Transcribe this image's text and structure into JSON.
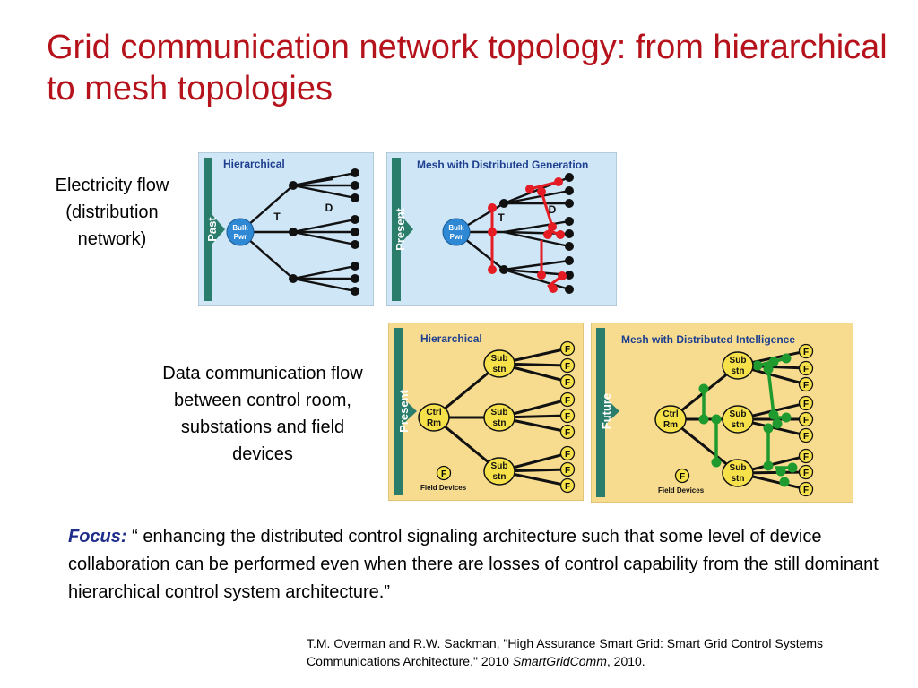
{
  "title": "Grid communication network topology: from hierarchical to mesh topologies",
  "labels": {
    "electricity": "Electricity flow (distribution network)",
    "data": "Data communication flow between control room, substations and field devices"
  },
  "panels": {
    "elec_past": {
      "band": "Past",
      "header": "Hierarchical",
      "hub_line1": "Bulk",
      "hub_line2": "Pwr",
      "tier1": "T",
      "tier2": "D"
    },
    "elec_present": {
      "band": "Present",
      "header": "Mesh with Distributed Generation",
      "hub_line1": "Bulk",
      "hub_line2": "Pwr",
      "tier1": "T",
      "tier2": "D"
    },
    "data_present": {
      "band": "Present",
      "header": "Hierarchical",
      "hub_line1": "Ctrl",
      "hub_line2": "Rm",
      "sub_line1": "Sub",
      "sub_line2": "stn",
      "field": "F",
      "legend": "Field Devices"
    },
    "data_future": {
      "band": "Future",
      "header": "Mesh with Distributed Intelligence",
      "hub_line1": "Ctrl",
      "hub_line2": "Rm",
      "sub_line1": "Sub",
      "sub_line2": "stn",
      "field": "F",
      "legend": "Field Devices"
    }
  },
  "colors": {
    "title": "#b5121b",
    "elec_bg": "#cfe6f7",
    "data_bg": "#f7dc90",
    "band": "#2a7d6b",
    "header_text": "#1e3f8f",
    "mesh_red": "#e51c23",
    "mesh_green": "#1f9a2e",
    "hub_blue": "#2f88d4",
    "node_yellow": "#f7e14a"
  },
  "focus": {
    "keyword": "Focus:",
    "text": " “ enhancing the distributed control signaling architecture such that some level of device collaboration can be performed even when there are losses of control capability from the still dominant hierarchical control system architecture.”"
  },
  "reference": {
    "part1": "T.M. Overman and R.W. Sackman, \"High Assurance Smart Grid: Smart Grid Control Systems Communications Architecture,\" 2010 ",
    "venue": "SmartGridComm",
    "part2": ", 2010."
  }
}
